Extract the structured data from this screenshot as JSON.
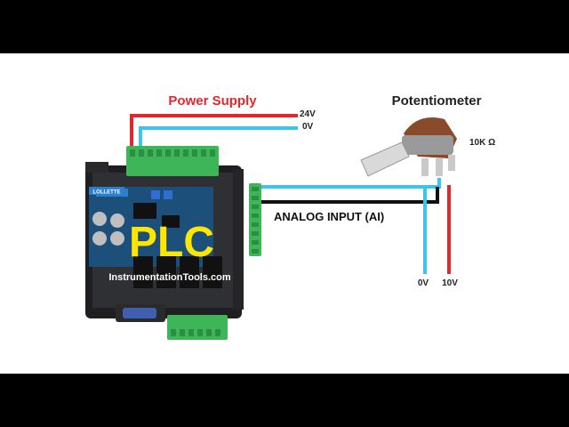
{
  "labels": {
    "power_supply": "Power Supply",
    "v24": "24V",
    "v0_supply": "0V",
    "potentiometer": "Potentiometer",
    "resistance": "10K Ω",
    "analog_input": "ANALOG INPUT (AI)",
    "v0_pot": "0V",
    "v10_pot": "10V",
    "plc": "PLC",
    "watermark": "InstrumentationTools.com",
    "brand": "LOLLETTE"
  },
  "colors": {
    "wire_red": "#e0282f",
    "wire_blue": "#3ec3ec",
    "wire_black": "#111111",
    "terminal_green": "#3fb55a",
    "plc_label": "#ffe600",
    "title_red": "#e0282f"
  }
}
